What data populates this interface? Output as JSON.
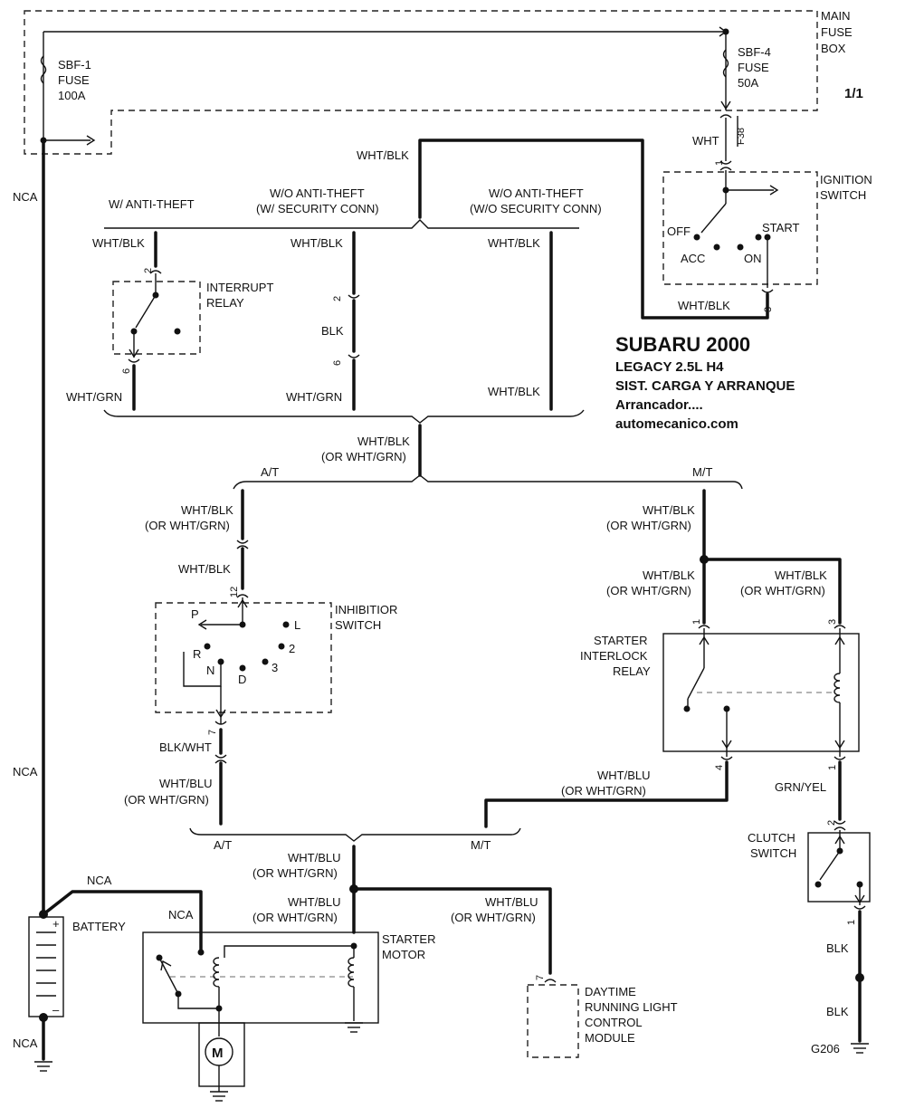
{
  "title": "SUBARU 2000",
  "subtitle": "LEGACY  2.5L  H4",
  "system": "SIST. CARGA Y ARRANQUE",
  "section": "Arrancador....",
  "website": "automecanico.com",
  "page": "1/1",
  "main_fuse_box": [
    "MAIN",
    "FUSE",
    "BOX"
  ],
  "fuses": {
    "sbf1": [
      "SBF-1",
      "FUSE",
      "100A"
    ],
    "sbf4": [
      "SBF-4",
      "FUSE",
      "50A"
    ]
  },
  "connector_f38": "F38",
  "ignition": {
    "name": [
      "IGNITION",
      "SWITCH"
    ],
    "off": "OFF",
    "acc": "ACC",
    "on": "ON",
    "start": "START",
    "pin_in": "1",
    "pin_out": "3"
  },
  "variants": {
    "anti_theft": "W/ ANTI-THEFT",
    "wo_sec_1": "W/O ANTI-THEFT",
    "wo_sec_2": "(W/ SECURITY CONN)",
    "wo_nosec_1": "W/O ANTI-THEFT",
    "wo_nosec_2": "(W/O SECURITY CONN)"
  },
  "interrupt_relay": {
    "name": [
      "INTERRUPT",
      "RELAY"
    ],
    "pin_top": "2",
    "pin_bottom": "6"
  },
  "security_conn": {
    "pin_top": "2",
    "pin_bottom": "6"
  },
  "at": "A/T",
  "mt": "M/T",
  "inhibitor": {
    "name": [
      "INHIBITIOR",
      "SWITCH"
    ],
    "positions": {
      "p": "P",
      "r": "R",
      "n": "N",
      "d": "D",
      "l": "L",
      "two": "2",
      "three": "3"
    },
    "pin_top": "12",
    "pin_bottom": "7"
  },
  "starter_relay": {
    "name": [
      "STARTER",
      "INTERLOCK",
      "RELAY"
    ],
    "pin1": "1",
    "pin3": "3",
    "pin4": "4",
    "pin1b": "1"
  },
  "clutch": {
    "name": [
      "CLUTCH",
      "SWITCH"
    ],
    "pin_top": "2",
    "pin_bottom": "1"
  },
  "battery": {
    "name": "BATTERY",
    "plus": "+",
    "minus": "–"
  },
  "starter_motor": {
    "name": [
      "STARTER",
      "MOTOR"
    ],
    "m": "M"
  },
  "drl": {
    "name": [
      "DAYTIME",
      "RUNNING LIGHT",
      "CONTROL",
      "MODULE"
    ],
    "pin": "7"
  },
  "ground": "G206",
  "wires": {
    "nca": "NCA",
    "wht": "WHT",
    "wht_blk": "WHT/BLK",
    "wht_grn": "WHT/GRN",
    "blk": "BLK",
    "or_wht_grn": "(OR WHT/GRN)",
    "blk_wht": "BLK/WHT",
    "wht_blu": "WHT/BLU",
    "grn_yel": "GRN/YEL"
  }
}
